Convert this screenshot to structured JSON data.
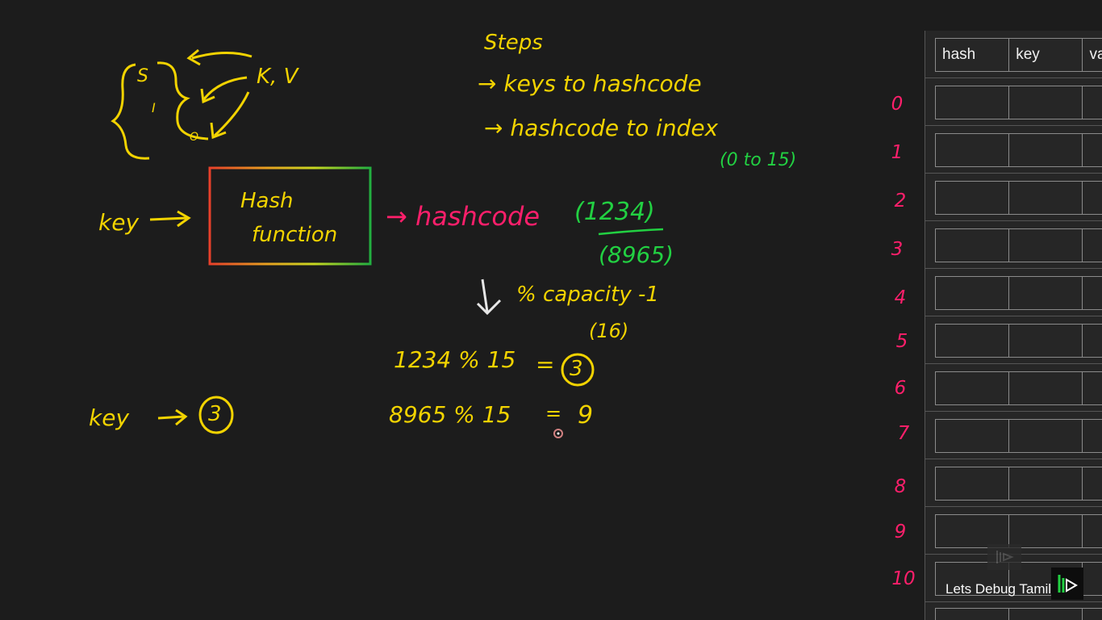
{
  "board": {
    "steps_title": "Steps",
    "step1": "→ keys to hashcode",
    "step2": "→ hashcode to index",
    "range_note": "(0 to 15)",
    "set_letters": [
      "S",
      "I",
      "O"
    ],
    "kv_label": "K, V",
    "key_label_1": "key",
    "hash_fn_line1": "Hash",
    "hash_fn_line2": "function",
    "hashcode_label": "→ hashcode",
    "hashcode_val_1": "(1234)",
    "hashcode_val_2": "(8965)",
    "capacity_label": "% capacity -1",
    "capacity_note": "(16)",
    "calc_1": "1234 % 15",
    "calc_1_eq": "=",
    "calc_1_result": "3",
    "calc_2": "8965 % 15",
    "calc_2_eq": "=",
    "calc_2_result": "9",
    "key_label_2": "key",
    "key_result": "3"
  },
  "table": {
    "headers": [
      "hash",
      "key",
      "va"
    ],
    "indices": [
      "0",
      "1",
      "2",
      "3",
      "4",
      "5",
      "6",
      "7",
      "8",
      "9",
      "10"
    ]
  },
  "watermark": {
    "text": "Lets Debug Tamil"
  },
  "colors": {
    "background": "#1c1c1c",
    "chalk_yellow": "#f2d300",
    "chalk_green": "#22d042",
    "chalk_pink": "#ff1f6b",
    "chalk_white": "#e6e6e6"
  },
  "icons": [
    "arrow-right-icon",
    "down-arrow-icon",
    "circle-highlight-icon",
    "channel-logo-icon"
  ]
}
